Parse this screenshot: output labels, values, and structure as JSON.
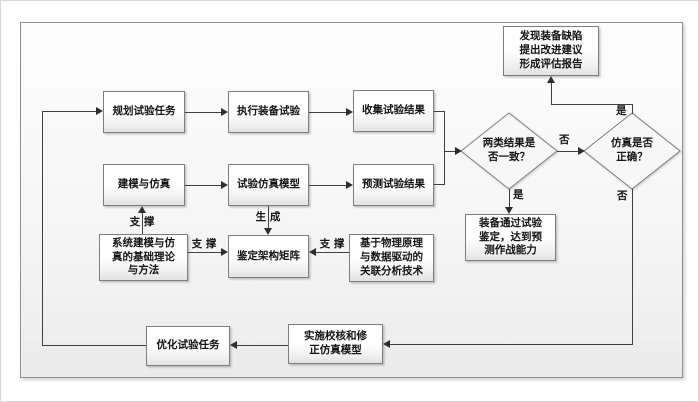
{
  "diagram": {
    "colors": {
      "line": "#3f3f3f",
      "box_border": "#7e7e7e",
      "frame_border": "#8f8f8f",
      "text": "#141414"
    },
    "nodes": {
      "plan": "规划试验任务",
      "execute": "执行装备试验",
      "collect": "收集试验结果",
      "modeling": "建模与仿真",
      "sim_model": "试验仿真模型",
      "predict": "预测试验结果",
      "decision_consistent": "两类结果是\n否一致？",
      "decision_sim_correct": "仿真是否\n正确？",
      "report": "发现装备缺陷\n提出改进建议\n形成评估报告",
      "qualified": "装备通过试验\n鉴定，达到预\n测作战能力",
      "theory": "系统建模与仿\n真的基础理论\n与方法",
      "matrix": "鉴定架构矩阵",
      "analysis": "基于物理原理\n与数据驱动的\n关联分析技术",
      "optimize": "优化试验任务",
      "calibrate": "实施校核和修\n正仿真模型"
    },
    "edge_labels": {
      "support_modeling": "支 撑",
      "support_matrix_left": "支 撑",
      "support_matrix_right": "支 撑",
      "generate": "生 成",
      "yes_qualified": "是",
      "no_to_sim_check": "否",
      "yes_to_report": "是",
      "no_to_calibrate": "否"
    }
  }
}
